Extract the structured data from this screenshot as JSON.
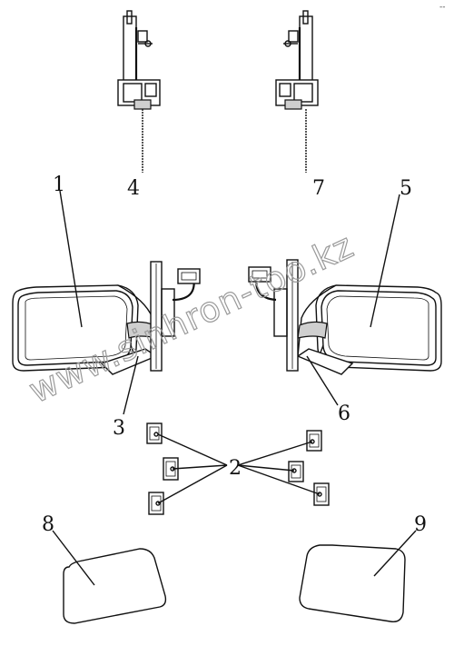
{
  "diagram": {
    "corner_mark": "--",
    "watermark": "www.sinhron-too.kz",
    "callouts": [
      {
        "id": "1",
        "label": "1"
      },
      {
        "id": "2",
        "label": "2"
      },
      {
        "id": "3",
        "label": "3"
      },
      {
        "id": "4",
        "label": "4"
      },
      {
        "id": "5",
        "label": "5"
      },
      {
        "id": "6",
        "label": "6"
      },
      {
        "id": "7",
        "label": "7"
      },
      {
        "id": "8",
        "label": "8"
      },
      {
        "id": "9",
        "label": "9"
      }
    ]
  }
}
